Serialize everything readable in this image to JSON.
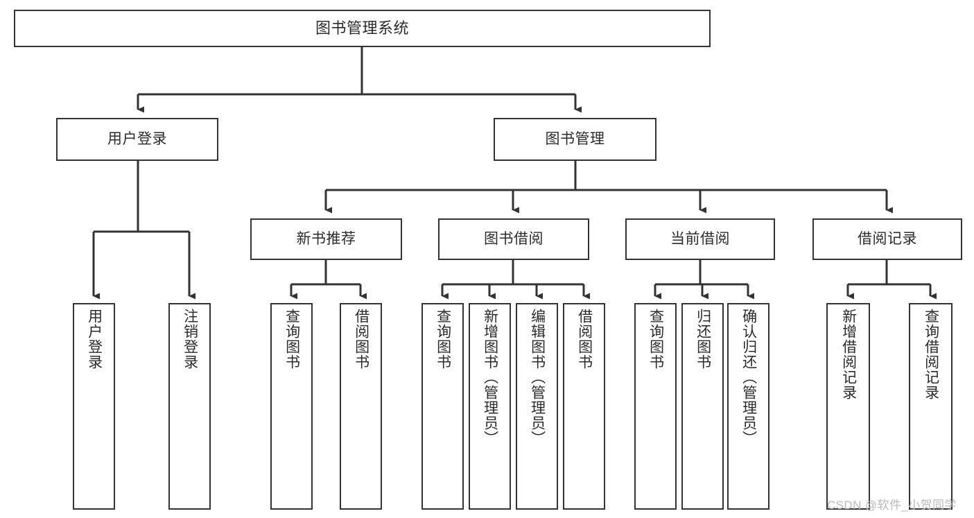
{
  "diagram": {
    "title": "图书管理系统",
    "type": "hierarchy-tree",
    "root": {
      "label": "图书管理系统"
    },
    "level2": [
      {
        "label": "用户登录"
      },
      {
        "label": "图书管理"
      }
    ],
    "level3": [
      {
        "label": "新书推荐"
      },
      {
        "label": "图书借阅"
      },
      {
        "label": "当前借阅"
      },
      {
        "label": "借阅记录"
      }
    ],
    "leaves": {
      "user_login": [
        {
          "label": "用户登录"
        },
        {
          "label": "注销登录"
        }
      ],
      "new_book_recommend": [
        {
          "label": "查询图书"
        },
        {
          "label": "借阅图书"
        }
      ],
      "book_borrow": [
        {
          "label": "查询图书"
        },
        {
          "label": "新增图书（管理员）"
        },
        {
          "label": "编辑图书（管理员）"
        },
        {
          "label": "借阅图书"
        }
      ],
      "current_borrow": [
        {
          "label": "查询图书"
        },
        {
          "label": "归还图书"
        },
        {
          "label": "确认归还（管理员）"
        }
      ],
      "borrow_record": [
        {
          "label": "新增借阅记录"
        },
        {
          "label": "查询借阅记录"
        }
      ]
    }
  },
  "watermark": {
    "text": "CSDN @软件_小贺同学"
  },
  "colors": {
    "background": "#ffffff",
    "box_border": "#333333",
    "connector": "#333333",
    "text": "#2b2b2b",
    "watermark": "#b9b9b9"
  }
}
